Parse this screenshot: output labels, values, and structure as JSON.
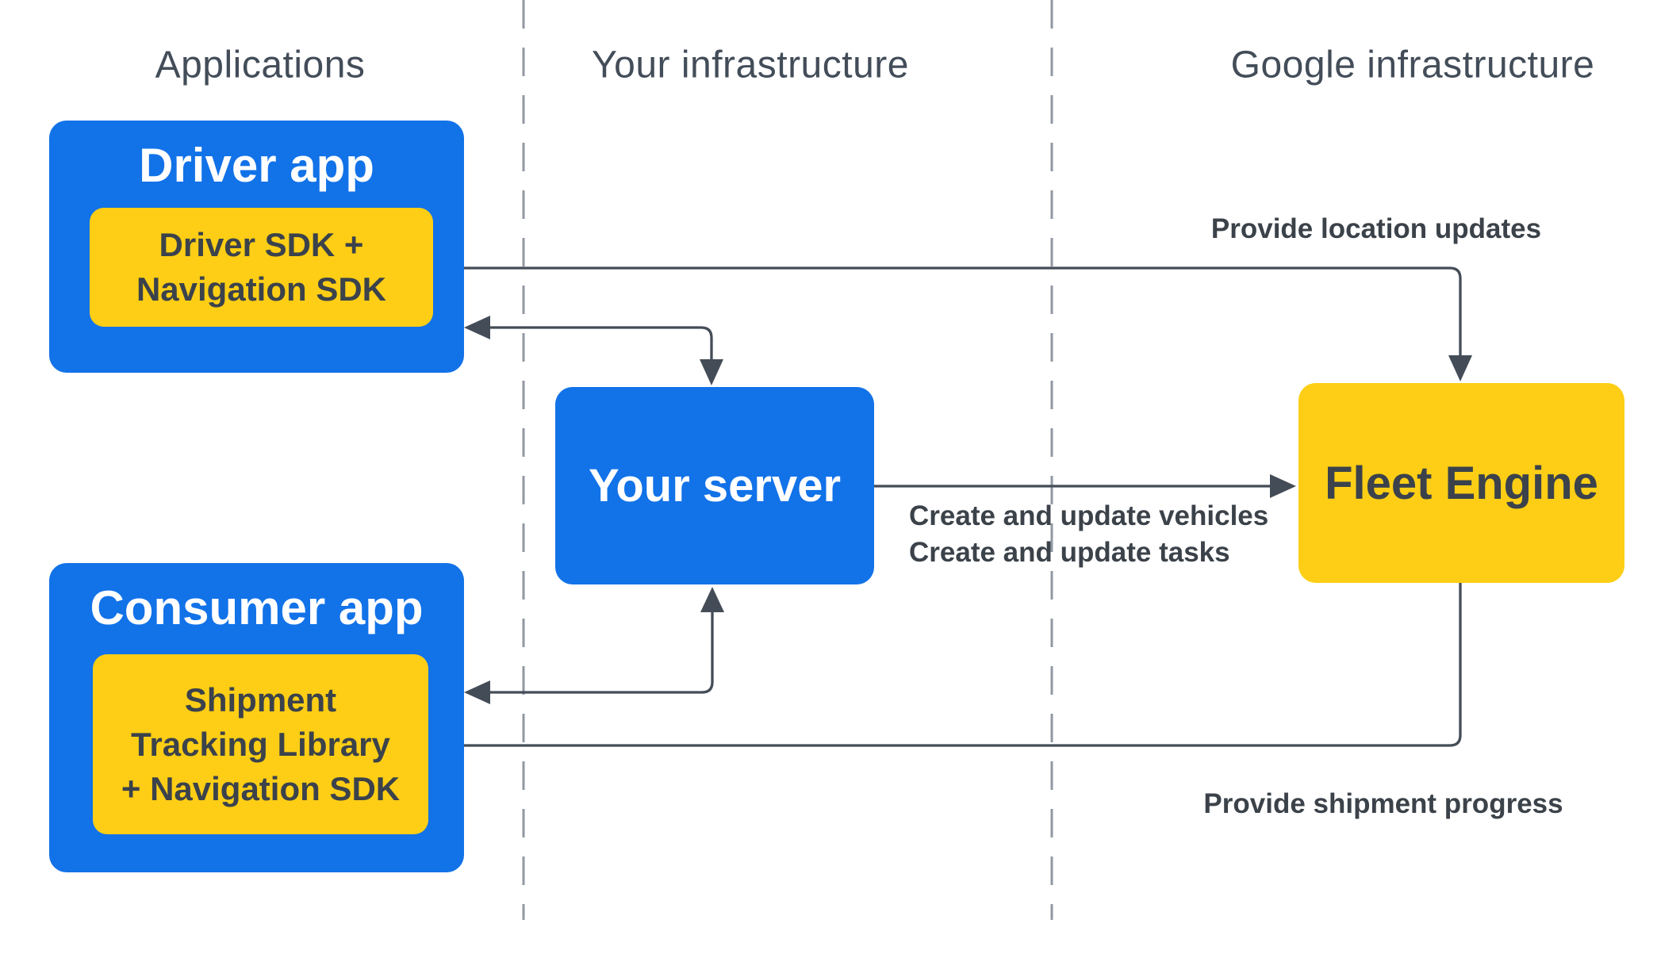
{
  "colors": {
    "blue": "#1272e8",
    "yellow": "#fdce15",
    "arrow": "#444c57",
    "divider": "#9298a2",
    "header_text": "#434d59",
    "label_text": "#3b4249",
    "box_text_light": "#ffffff",
    "box_text_dark": "#3b424b",
    "background": "#ffffff"
  },
  "columns": {
    "applications": "Applications",
    "your_infrastructure": "Your infrastructure",
    "google_infrastructure": "Google infrastructure"
  },
  "nodes": {
    "driver_app": {
      "title": "Driver app",
      "sdk_lines": [
        "Driver SDK +",
        "Navigation SDK"
      ]
    },
    "consumer_app": {
      "title": "Consumer app",
      "sdk_lines": [
        "Shipment",
        "Tracking Library",
        "+ Navigation SDK"
      ]
    },
    "your_server": {
      "title": "Your server"
    },
    "fleet_engine": {
      "title": "Fleet Engine"
    }
  },
  "edges": {
    "provide_location_updates": {
      "label": "Provide location updates"
    },
    "create_and_update": {
      "lines": [
        "Create and update vehicles",
        "Create and update tasks"
      ]
    },
    "provide_shipment_progress": {
      "label": "Provide shipment progress"
    }
  }
}
